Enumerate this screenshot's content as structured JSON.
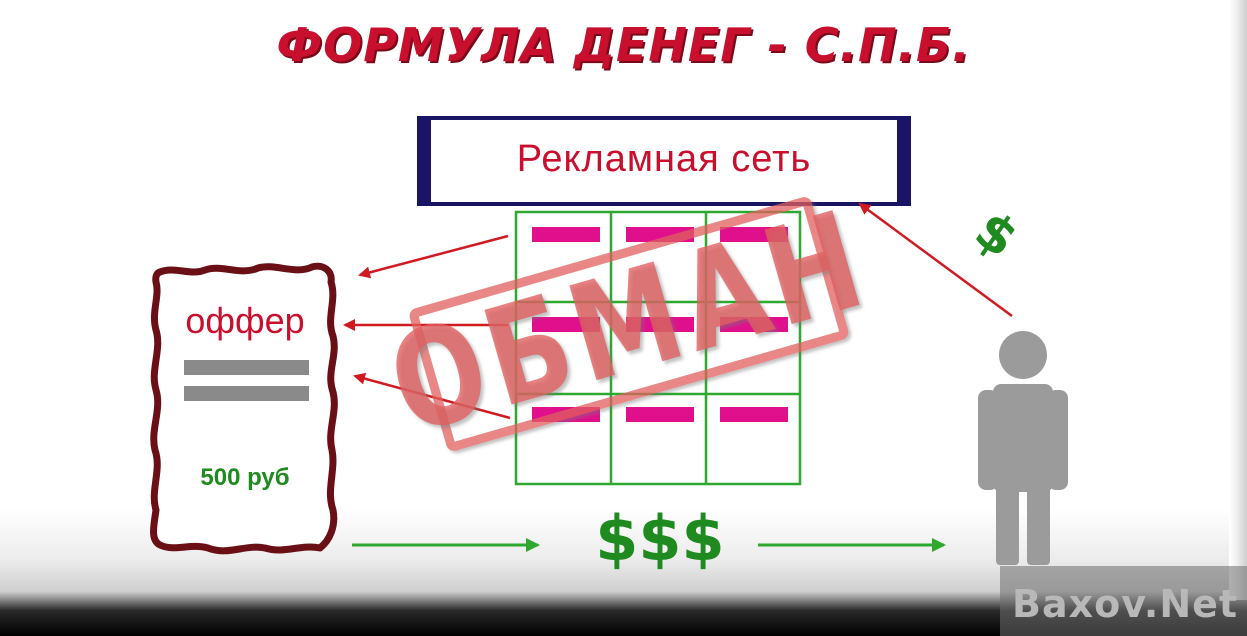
{
  "title": "ФОРМУЛА ДЕНЕГ - С.П.Б.",
  "ad_network": {
    "label": "Рекламная сеть"
  },
  "offer": {
    "label": "оффер",
    "price": "500 руб"
  },
  "money": {
    "label": "$$$"
  },
  "payment_symbol": "$",
  "stamp": {
    "text": "ОБМАН"
  },
  "watermark": "Baxov.Net",
  "colors": {
    "title_red": "#c8102e",
    "network_border": "#1a1464",
    "grid_green": "#2ea82e",
    "ad_block_magenta": "#e0108c",
    "money_green": "#1f8a1f",
    "person_gray": "#9b9b9b",
    "offer_border": "#6b0f16",
    "stamp_red": "#e15f5f"
  },
  "icons": [
    "person-icon",
    "arrow-icon"
  ]
}
